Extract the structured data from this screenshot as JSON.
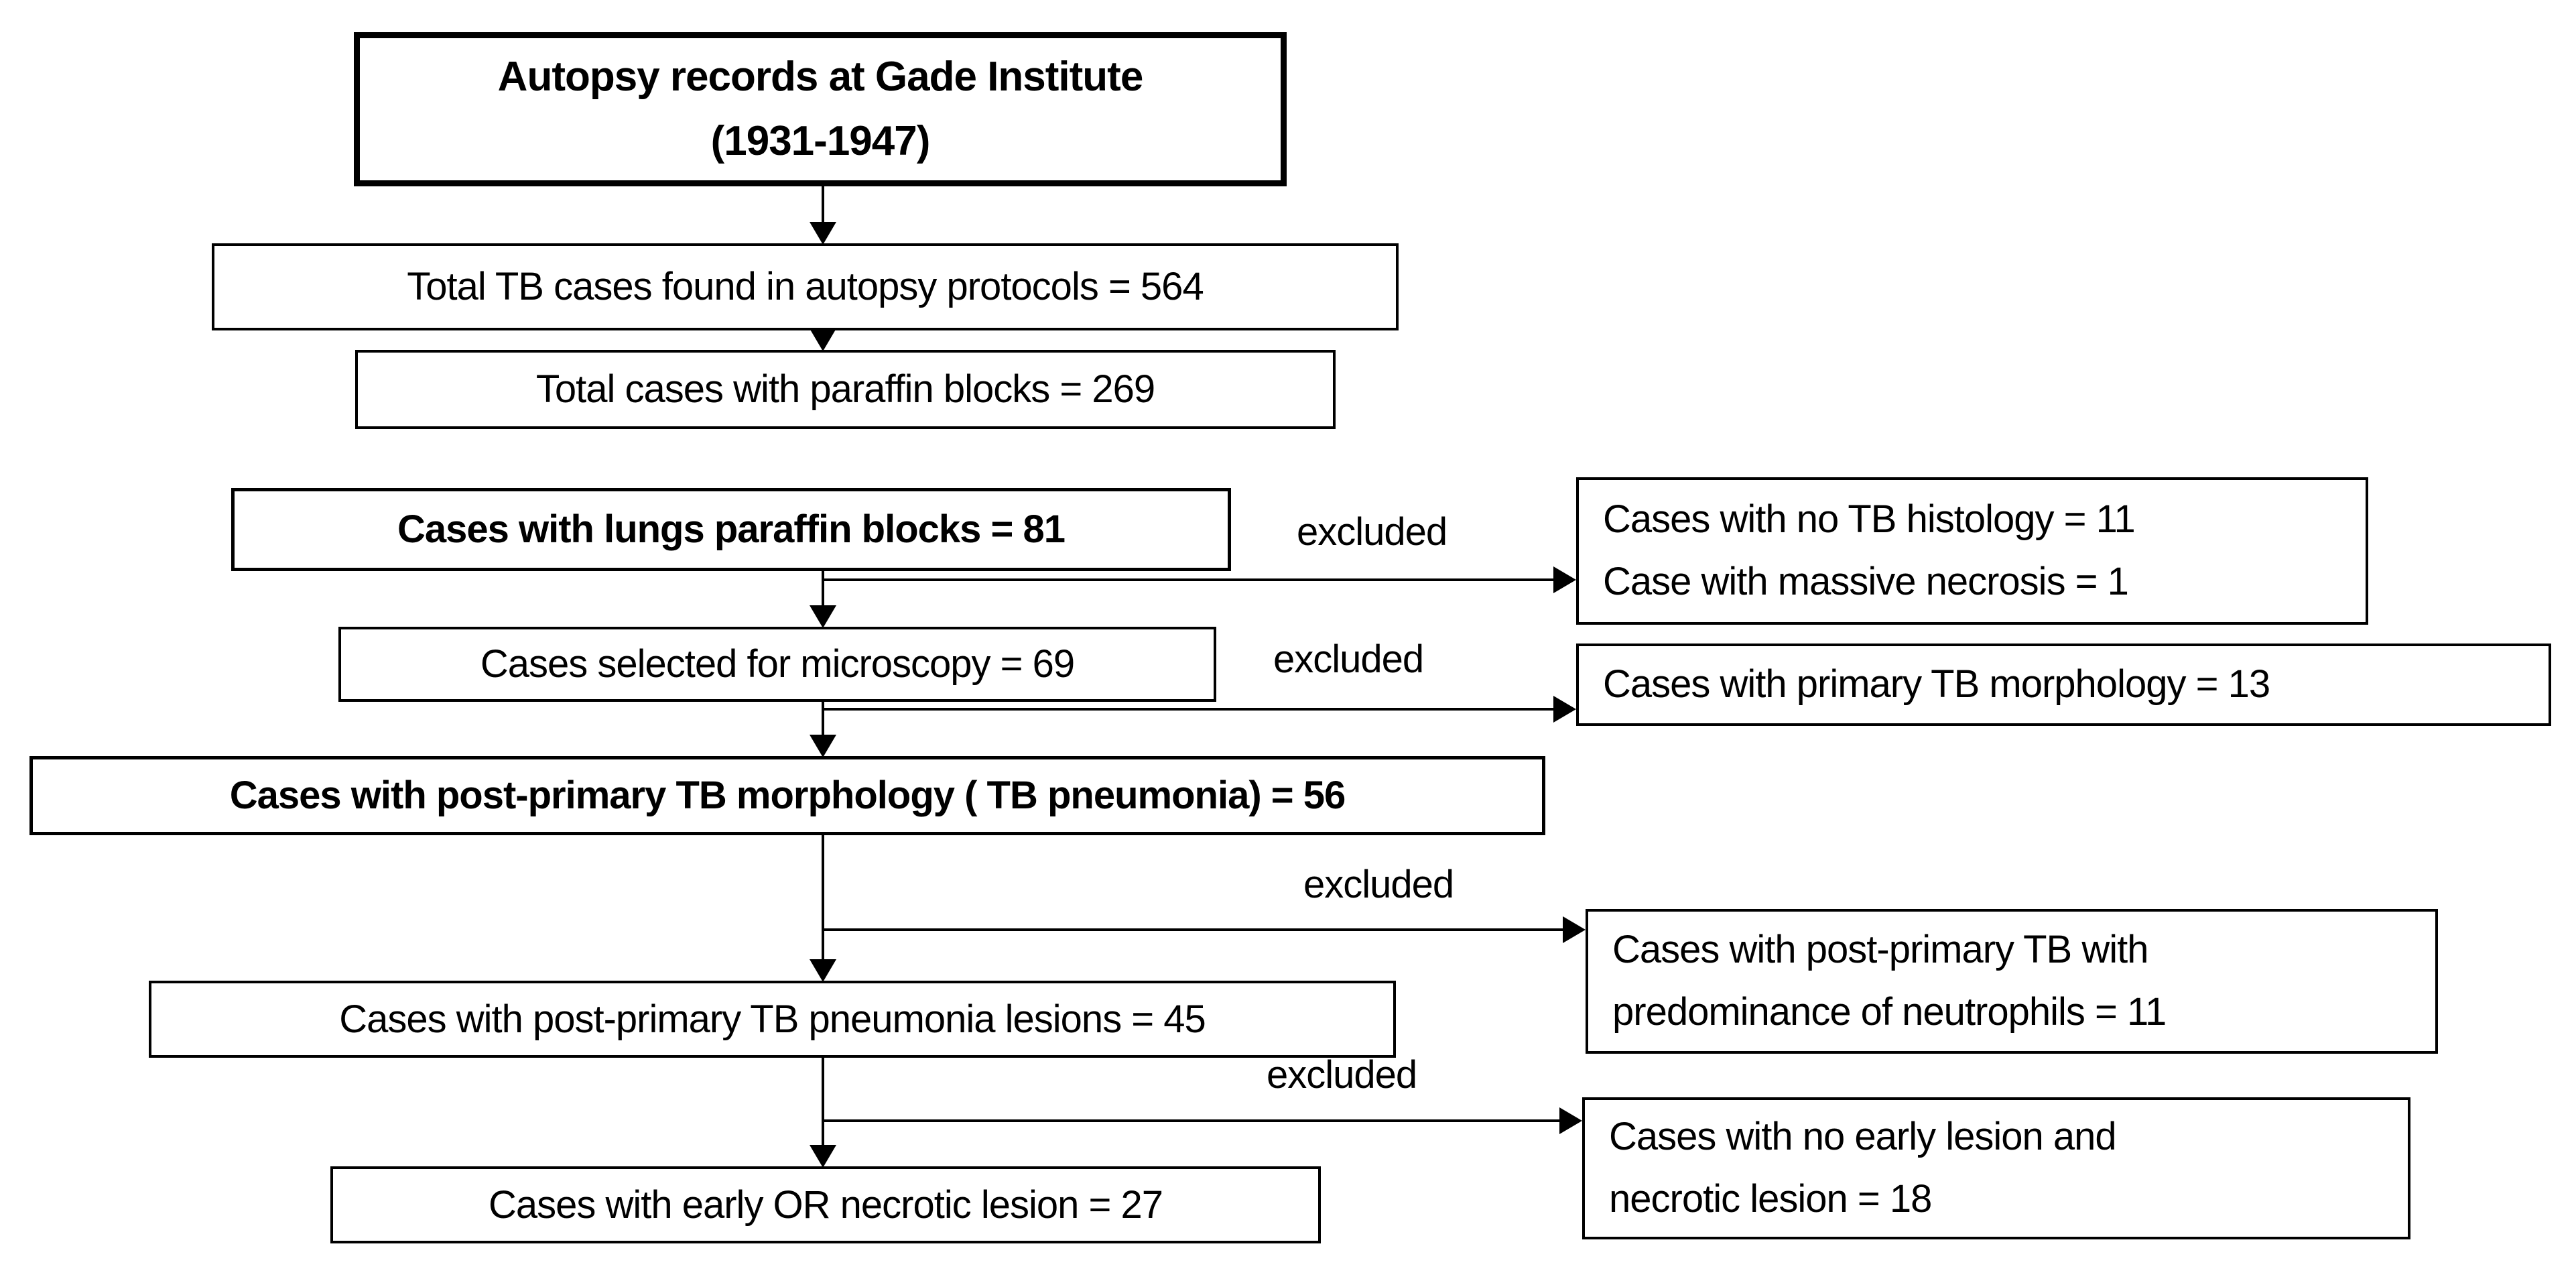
{
  "diagram": {
    "title_box": {
      "line1": "Autopsy records at Gade Institute",
      "line2": "(1931-1947)"
    },
    "main_flow": {
      "total_tb_cases": "Total TB cases found in autopsy protocols = 564",
      "paraffin_blocks": "Total cases with paraffin blocks = 269",
      "lungs_paraffin_blocks": "Cases with lungs paraffin blocks = 81",
      "selected_microscopy": "Cases selected for microscopy = 69",
      "post_primary_morphology": "Cases with post-primary TB morphology ( TB pneumonia) = 56",
      "pneumonia_lesions": "Cases with post-primary TB pneumonia lesions = 45",
      "early_or_necrotic": "Cases with early OR necrotic lesion = 27"
    },
    "excluded_boxes": {
      "no_tb_histology": {
        "line1": "Cases with no TB histology = 11",
        "line2": "Case with massive necrosis = 1"
      },
      "primary_tb_morphology": {
        "line1": "Cases with primary TB morphology = 13"
      },
      "neutrophil_predominance": {
        "line1": "Cases with post-primary TB with",
        "line2": "predominance of neutrophils = 11"
      },
      "no_early_lesion": {
        "line1": "Cases with no early lesion and",
        "line2": "necrotic lesion = 18"
      }
    },
    "branch_labels": {
      "excluded1": "excluded",
      "excluded2": "excluded",
      "excluded3": "excluded",
      "excluded4": "excluded"
    },
    "colors": {
      "line": "#000000",
      "background": "#ffffff",
      "text": "#000000"
    }
  }
}
